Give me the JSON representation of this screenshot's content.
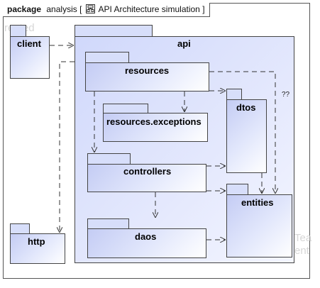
{
  "frame": {
    "keyword": "package",
    "name": "analysis",
    "bracket_open": "[",
    "diagram_icon": "package-diagram-icon",
    "diagram_name": "API Architecture simulation",
    "bracket_close": "]"
  },
  "watermarks": {
    "top_left": "rented",
    "right_1": "Tea",
    "right_2": "ent"
  },
  "packages": {
    "client": "client",
    "http": "http",
    "api": "api",
    "resources": "resources",
    "resources_exceptions": "resources.exceptions",
    "dtos": "dtos",
    "controllers": "controllers",
    "entities": "entities",
    "daos": "daos"
  },
  "dependency_labels": {
    "resources_to_entities": "??"
  },
  "colors": {
    "package_fill": "#d7defa",
    "package_border": "#444444",
    "edge": "#333333"
  }
}
